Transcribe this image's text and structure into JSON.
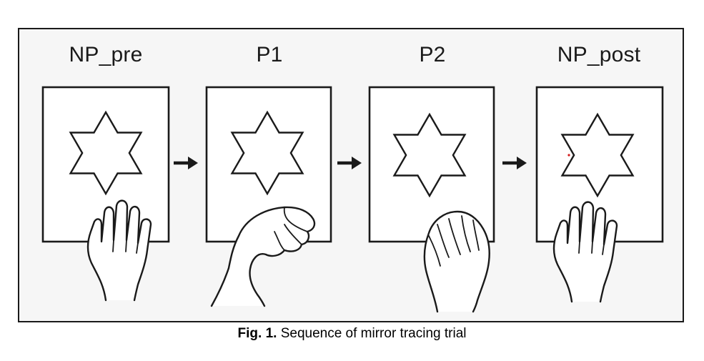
{
  "stages": [
    {
      "label": "NP_pre"
    },
    {
      "label": "P1"
    },
    {
      "label": "P2"
    },
    {
      "label": "NP_post"
    }
  ],
  "caption": {
    "prefix": "Fig. 1.",
    "text": " Sequence of mirror tracing trial"
  }
}
